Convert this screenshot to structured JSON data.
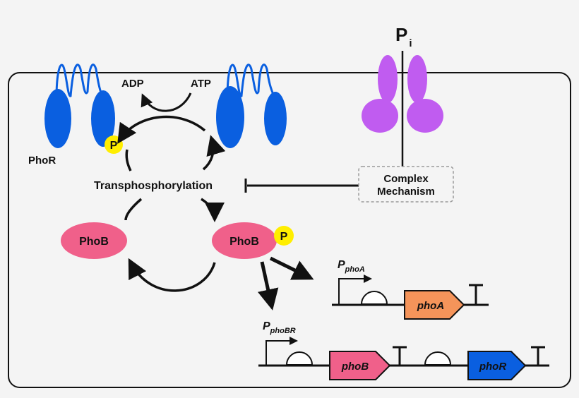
{
  "labels": {
    "pi_main": "P",
    "pi_sub": "i",
    "adp": "ADP",
    "atp": "ATP",
    "phor": "PhoR",
    "p_left": "P",
    "p_right": "P",
    "transphos": "Transphosphorylation",
    "complex_line1": "Complex",
    "complex_line2": "Mechanism",
    "phob_left": "PhoB",
    "phob_right": "PhoB",
    "promoter_phoa_main": "P",
    "promoter_phoa_sub": "phoA",
    "promoter_phobr_main": "P",
    "promoter_phobr_sub": "phoBR",
    "gene_phoa": "phoA",
    "gene_phob": "phoB",
    "gene_phor": "phoR"
  },
  "colors": {
    "phor_blue": "#0a5fe0",
    "phob_pink": "#f0608a",
    "phosphate_yellow": "#ffee00",
    "transporter_purple": "#c05cf0",
    "gene_phoa": "#f5945a",
    "gene_phob": "#f0608a",
    "gene_phor": "#0a5fe0",
    "cell_border": "#111111"
  }
}
